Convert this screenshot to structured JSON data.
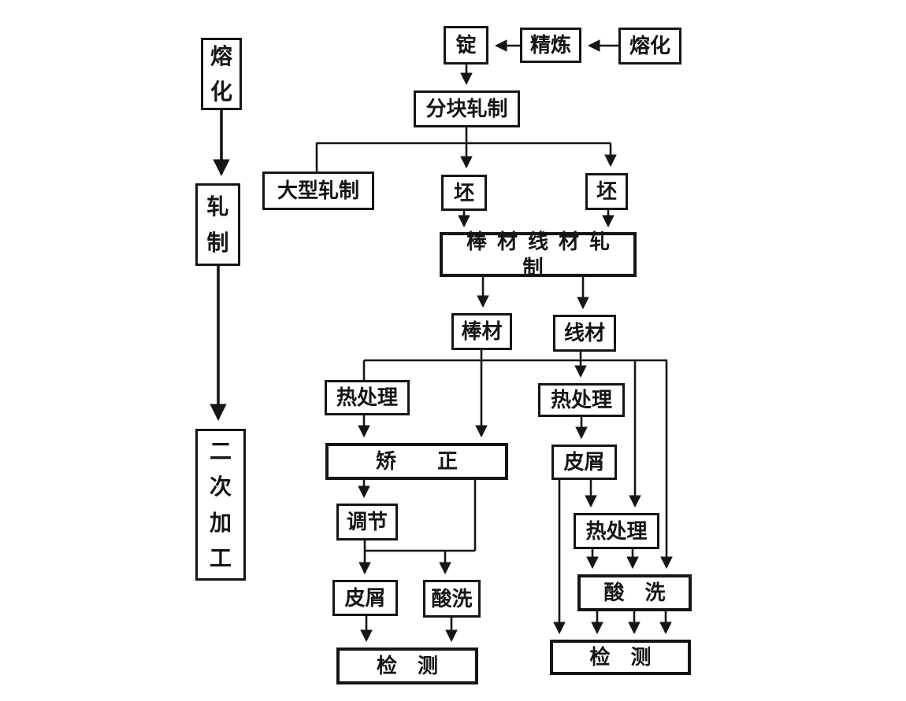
{
  "diagram": {
    "description": "metallurgical-process-flowchart",
    "background_color": "#ffffff",
    "line_color": "#151515",
    "nodes": {
      "melt_side": {
        "label": "熔\n化"
      },
      "roll_side": {
        "label": "轧\n制"
      },
      "secondary_processing": {
        "label": "二\n次\n加\n工"
      },
      "ingot": {
        "label": "锭"
      },
      "refining": {
        "label": "精炼"
      },
      "melting": {
        "label": "熔化"
      },
      "bloom_rolling": {
        "label": "分块轧制"
      },
      "large_section_rolling": {
        "label": "大型轧制"
      },
      "billet_left": {
        "label": "坯"
      },
      "billet_right": {
        "label": "坯"
      },
      "bar_wire_rolling": {
        "label": "棒材线材轧制"
      },
      "bar": {
        "label": "棒材"
      },
      "wire": {
        "label": "线材"
      },
      "heat_treatment_bar": {
        "label": "热处理"
      },
      "heat_treatment_wire": {
        "label": "热处理"
      },
      "straightening": {
        "label": "矫　　正"
      },
      "scalping_wire": {
        "label": "皮屑"
      },
      "adjusting": {
        "label": "调节"
      },
      "heat_treatment_wire_2": {
        "label": "热处理"
      },
      "scalping_bar": {
        "label": "皮屑"
      },
      "pickling_bar": {
        "label": "酸洗"
      },
      "pickling_wire": {
        "label": "酸　洗"
      },
      "inspection_bar": {
        "label": "检　测"
      },
      "inspection_wire": {
        "label": "检　测"
      }
    }
  }
}
